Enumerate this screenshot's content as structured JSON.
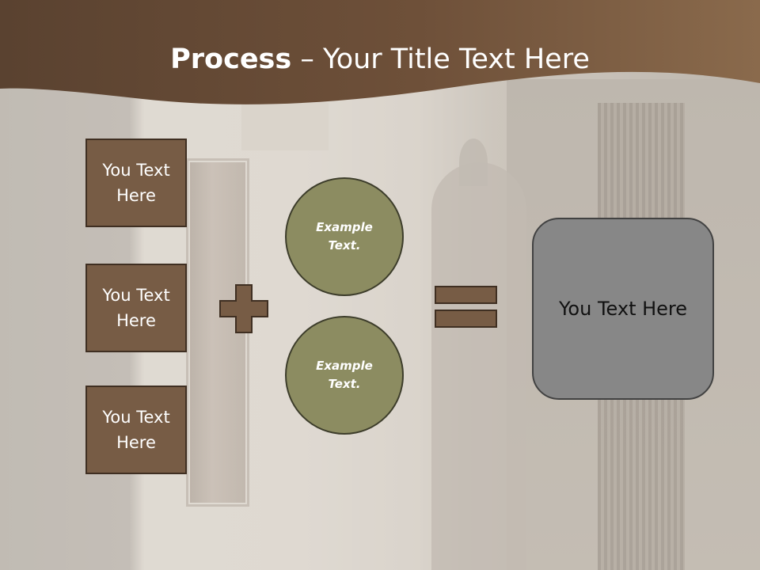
{
  "title": {
    "bold": "Process",
    "rest": " – Your Title Text Here"
  },
  "boxes": [
    {
      "label": "You Text Here"
    },
    {
      "label": "You Text Here"
    },
    {
      "label": "You Text Here"
    }
  ],
  "circles": [
    {
      "label": "Example Text."
    },
    {
      "label": "Example Text."
    }
  ],
  "result": {
    "label": "You Text Here"
  },
  "colors": {
    "header": "#6b4e36",
    "box_fill": "#775c45",
    "circle_fill": "#8c8c61",
    "result_fill": "#878787",
    "operator_fill": "#775c45"
  },
  "icons": [
    "plus-icon",
    "equals-icon"
  ]
}
